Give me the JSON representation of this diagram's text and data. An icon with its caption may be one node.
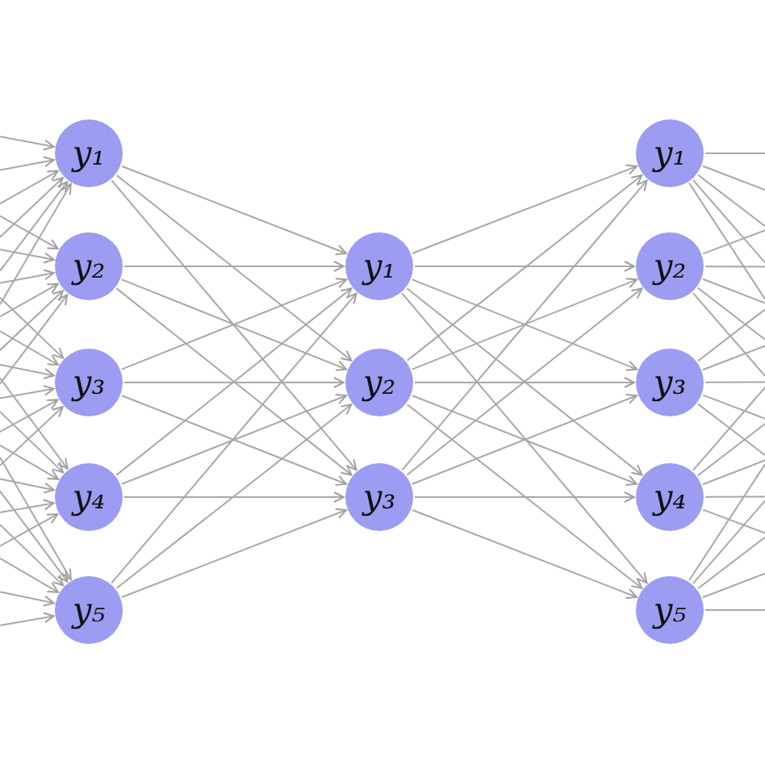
{
  "diagram": {
    "nodes": [
      {
        "text": [
          "y₁"
        ]
      },
      {
        "text": [
          "y₂"
        ]
      },
      {
        "text": [
          "y₃"
        ]
      },
      {
        "text": [
          "y₄"
        ]
      },
      {
        "text": [
          "y₅"
        ]
      },
      {
        "text": [
          "y₁"
        ]
      },
      {
        "text": [
          "y₂"
        ]
      },
      {
        "text": [
          "y₃"
        ]
      },
      {
        "text": [
          "y₁"
        ]
      },
      {
        "text": [
          "y₂"
        ]
      },
      {
        "text": [
          "y₃"
        ]
      },
      {
        "text": [
          "y₄"
        ]
      },
      {
        "text": [
          "y₅"
        ]
      }
    ],
    "edges": [
      {
        "from": null,
        "to": 0,
        "arrow": "to"
      },
      {
        "from": null,
        "to": 0,
        "arrow": "to"
      },
      {
        "from": null,
        "to": 0,
        "arrow": "to"
      },
      {
        "from": null,
        "to": 0,
        "arrow": "to"
      },
      {
        "from": null,
        "to": 0,
        "arrow": "to"
      },
      {
        "from": null,
        "to": 0,
        "arrow": "to"
      },
      {
        "from": null,
        "to": 1,
        "arrow": "to"
      },
      {
        "from": null,
        "to": 1,
        "arrow": "to"
      },
      {
        "from": null,
        "to": 1,
        "arrow": "to"
      },
      {
        "from": null,
        "to": 1,
        "arrow": "to"
      },
      {
        "from": null,
        "to": 1,
        "arrow": "to"
      },
      {
        "from": null,
        "to": 1,
        "arrow": "to"
      },
      {
        "from": null,
        "to": 2,
        "arrow": "to"
      },
      {
        "from": null,
        "to": 2,
        "arrow": "to"
      },
      {
        "from": null,
        "to": 2,
        "arrow": "to"
      },
      {
        "from": null,
        "to": 2,
        "arrow": "to"
      },
      {
        "from": null,
        "to": 2,
        "arrow": "to"
      },
      {
        "from": null,
        "to": 2,
        "arrow": "to"
      },
      {
        "from": null,
        "to": 3,
        "arrow": "to"
      },
      {
        "from": null,
        "to": 3,
        "arrow": "to"
      },
      {
        "from": null,
        "to": 3,
        "arrow": "to"
      },
      {
        "from": null,
        "to": 3,
        "arrow": "to"
      },
      {
        "from": null,
        "to": 3,
        "arrow": "to"
      },
      {
        "from": null,
        "to": 3,
        "arrow": "to"
      },
      {
        "from": null,
        "to": 4,
        "arrow": "to"
      },
      {
        "from": null,
        "to": 4,
        "arrow": "to"
      },
      {
        "from": null,
        "to": 4,
        "arrow": "to"
      },
      {
        "from": null,
        "to": 4,
        "arrow": "to"
      },
      {
        "from": null,
        "to": 4,
        "arrow": "to"
      },
      {
        "from": null,
        "to": 4,
        "arrow": "to"
      },
      {
        "from": 0,
        "to": 5,
        "arrow": "to"
      },
      {
        "from": 0,
        "to": 6,
        "arrow": "to"
      },
      {
        "from": 0,
        "to": 7,
        "arrow": "to"
      },
      {
        "from": 1,
        "to": 5,
        "arrow": "to"
      },
      {
        "from": 1,
        "to": 6,
        "arrow": "to"
      },
      {
        "from": 1,
        "to": 7,
        "arrow": "to"
      },
      {
        "from": 2,
        "to": 5,
        "arrow": "to"
      },
      {
        "from": 2,
        "to": 6,
        "arrow": "to"
      },
      {
        "from": 2,
        "to": 7,
        "arrow": "to"
      },
      {
        "from": 3,
        "to": 5,
        "arrow": "to"
      },
      {
        "from": 3,
        "to": 6,
        "arrow": "to"
      },
      {
        "from": 3,
        "to": 7,
        "arrow": "to"
      },
      {
        "from": 4,
        "to": 5,
        "arrow": "to"
      },
      {
        "from": 4,
        "to": 6,
        "arrow": "to"
      },
      {
        "from": 4,
        "to": 7,
        "arrow": "to"
      },
      {
        "from": 5,
        "to": 8,
        "arrow": "to"
      },
      {
        "from": 5,
        "to": 9,
        "arrow": "to"
      },
      {
        "from": 5,
        "to": 10,
        "arrow": "to"
      },
      {
        "from": 5,
        "to": 11,
        "arrow": "to"
      },
      {
        "from": 5,
        "to": 12,
        "arrow": "to"
      },
      {
        "from": 6,
        "to": 8,
        "arrow": "to"
      },
      {
        "from": 6,
        "to": 9,
        "arrow": "to"
      },
      {
        "from": 6,
        "to": 10,
        "arrow": "to"
      },
      {
        "from": 6,
        "to": 11,
        "arrow": "to"
      },
      {
        "from": 6,
        "to": 12,
        "arrow": "to"
      },
      {
        "from": 7,
        "to": 8,
        "arrow": "to"
      },
      {
        "from": 7,
        "to": 9,
        "arrow": "to"
      },
      {
        "from": 7,
        "to": 10,
        "arrow": "to"
      },
      {
        "from": 7,
        "to": 11,
        "arrow": "to"
      },
      {
        "from": 7,
        "to": 12,
        "arrow": "to"
      },
      {
        "from": 8,
        "to": null,
        "arrow": "none"
      },
      {
        "from": 8,
        "to": null,
        "arrow": "none"
      },
      {
        "from": 8,
        "to": null,
        "arrow": "none"
      },
      {
        "from": 8,
        "to": null,
        "arrow": "none"
      },
      {
        "from": 8,
        "to": null,
        "arrow": "none"
      },
      {
        "from": 9,
        "to": null,
        "arrow": "none"
      },
      {
        "from": 9,
        "to": null,
        "arrow": "none"
      },
      {
        "from": 9,
        "to": null,
        "arrow": "none"
      },
      {
        "from": 9,
        "to": null,
        "arrow": "none"
      },
      {
        "from": 9,
        "to": null,
        "arrow": "none"
      },
      {
        "from": 10,
        "to": null,
        "arrow": "none"
      },
      {
        "from": 10,
        "to": null,
        "arrow": "none"
      },
      {
        "from": 10,
        "to": null,
        "arrow": "none"
      },
      {
        "from": 10,
        "to": null,
        "arrow": "none"
      },
      {
        "from": 10,
        "to": null,
        "arrow": "none"
      },
      {
        "from": 11,
        "to": null,
        "arrow": "none"
      },
      {
        "from": 11,
        "to": null,
        "arrow": "none"
      },
      {
        "from": 11,
        "to": null,
        "arrow": "none"
      },
      {
        "from": 11,
        "to": null,
        "arrow": "none"
      },
      {
        "from": 11,
        "to": null,
        "arrow": "none"
      },
      {
        "from": 12,
        "to": null,
        "arrow": "none"
      },
      {
        "from": 12,
        "to": null,
        "arrow": "none"
      },
      {
        "from": 12,
        "to": null,
        "arrow": "none"
      },
      {
        "from": 12,
        "to": null,
        "arrow": "none"
      },
      {
        "from": 12,
        "to": null,
        "arrow": "none"
      }
    ]
  }
}
